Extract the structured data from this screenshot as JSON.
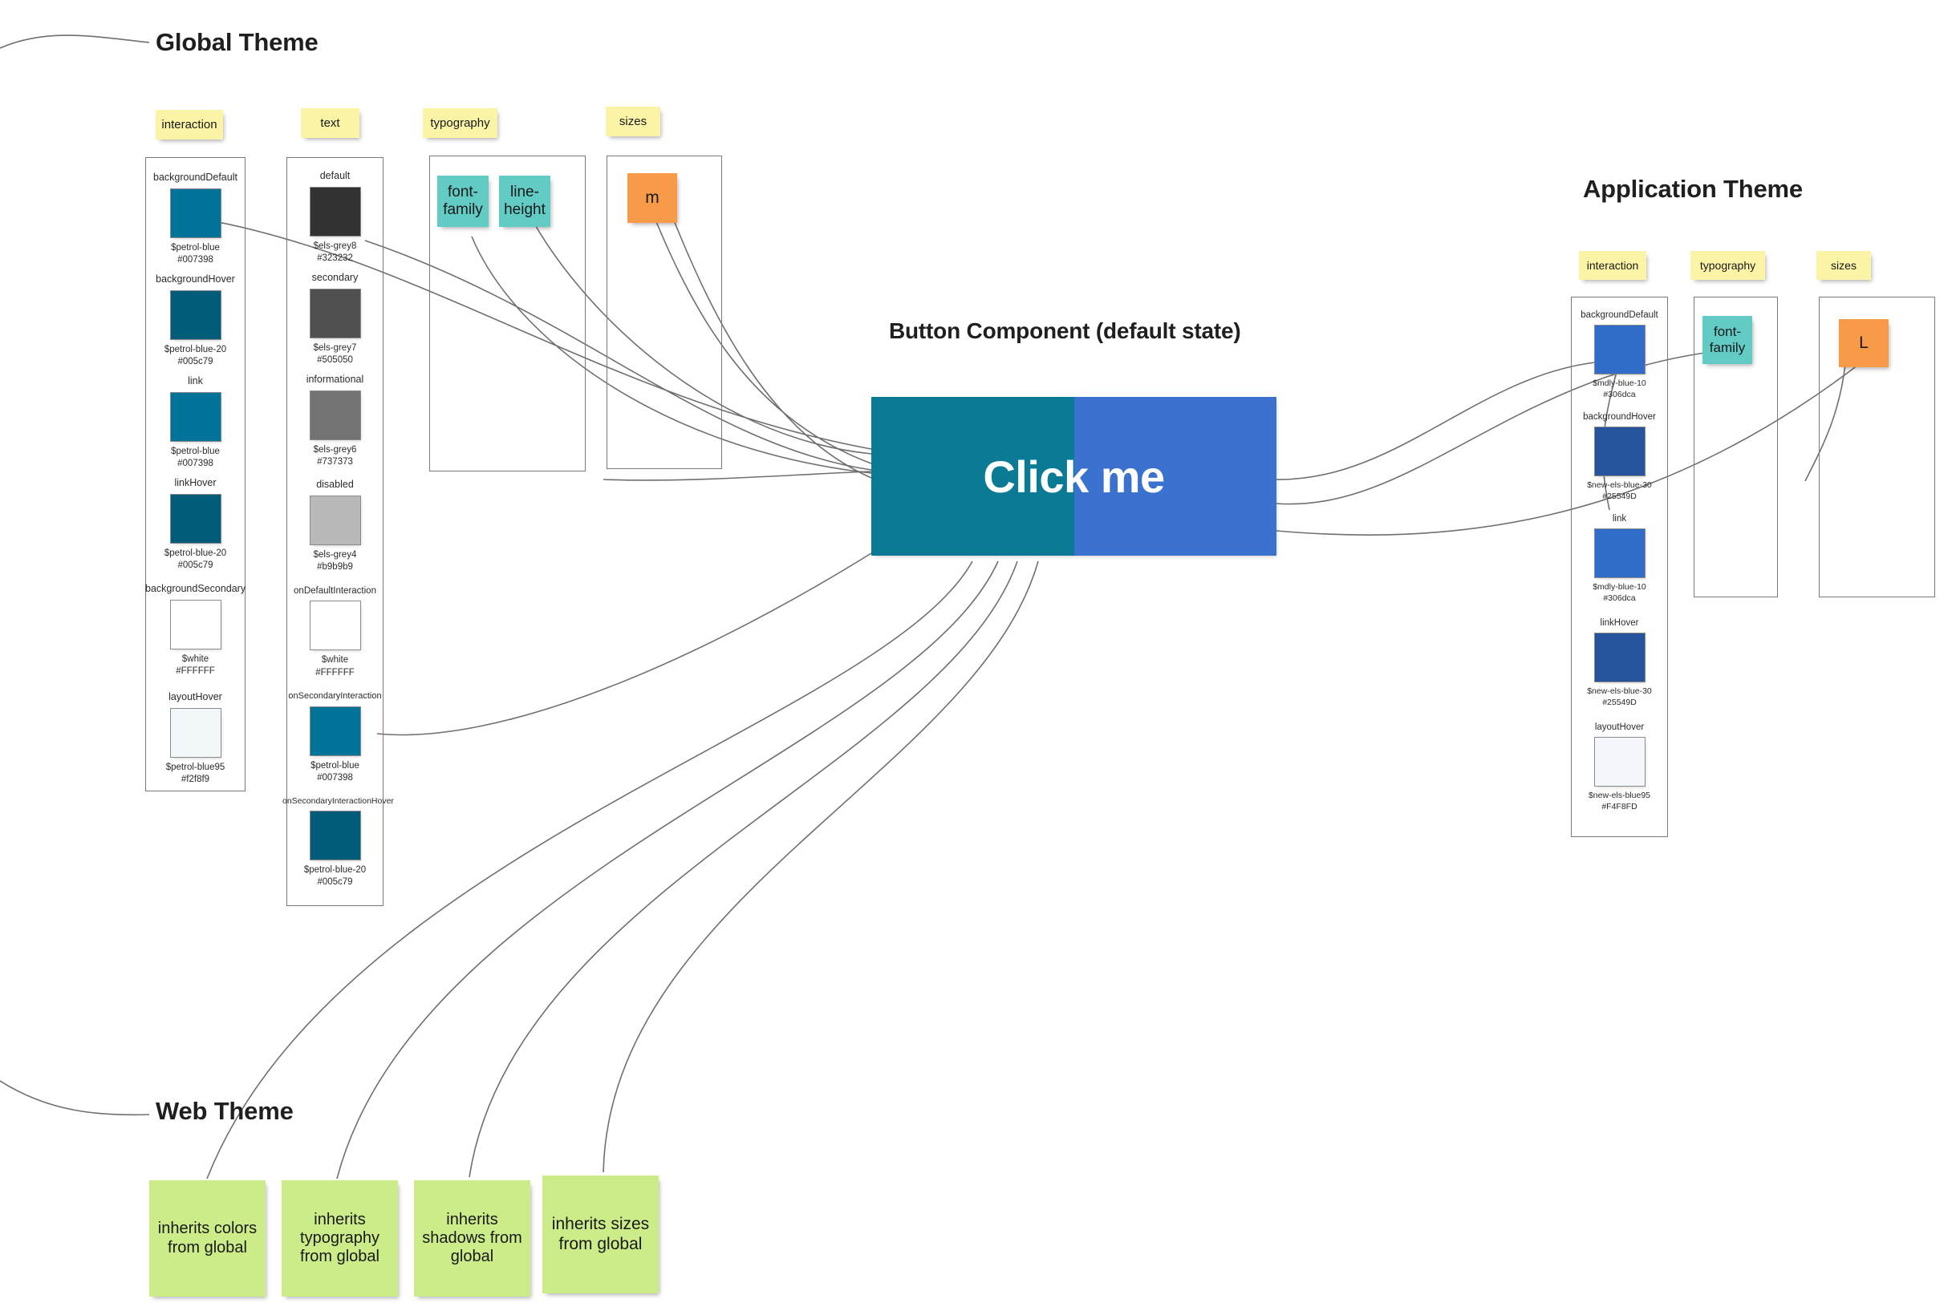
{
  "sections": {
    "global_title": "Global Theme",
    "application_title": "Application Theme",
    "web_title": "Web Theme",
    "button_title": "Button Component (default state)"
  },
  "button": {
    "label": "Click me",
    "left_color": "#0b7b95",
    "right_color": "#3b71cf"
  },
  "global_theme": {
    "columns": [
      {
        "note": "interaction",
        "swatches": [
          {
            "name": "backgroundDefault",
            "token": "$petrol-blue",
            "hex": "#007398"
          },
          {
            "name": "backgroundHover",
            "token": "$petrol-blue-20",
            "hex": "#005c79"
          },
          {
            "name": "link",
            "token": "$petrol-blue",
            "hex": "#007398"
          },
          {
            "name": "linkHover",
            "token": "$petrol-blue-20",
            "hex": "#005c79"
          },
          {
            "name": "backgroundSecondary",
            "token": "$white",
            "hex": "#FFFFFF"
          },
          {
            "name": "layoutHover",
            "token": "$petrol-blue95",
            "hex": "#f2f8f9"
          }
        ]
      },
      {
        "note": "text",
        "swatches": [
          {
            "name": "default",
            "token": "$els-grey8",
            "hex": "#323232"
          },
          {
            "name": "secondary",
            "token": "$els-grey7",
            "hex": "#505050"
          },
          {
            "name": "informational",
            "token": "$els-grey6",
            "hex": "#737373"
          },
          {
            "name": "disabled",
            "token": "$els-grey4",
            "hex": "#b9b9b9"
          },
          {
            "name": "onDefaultInteraction",
            "token": "$white",
            "hex": "#FFFFFF"
          },
          {
            "name": "onSecondaryInteraction",
            "token": "$petrol-blue",
            "hex": "#007398"
          },
          {
            "name": "onSecondaryInteractionHover",
            "token": "$petrol-blue-20",
            "hex": "#005c79"
          }
        ]
      },
      {
        "note": "typography",
        "tokens": [
          "font-family",
          "line-height"
        ]
      },
      {
        "note": "sizes",
        "tokens": [
          "m"
        ]
      }
    ]
  },
  "application_theme": {
    "columns": [
      {
        "note": "interaction",
        "swatches": [
          {
            "name": "backgroundDefault",
            "token": "$mdly-blue-10",
            "hex": "#306dca"
          },
          {
            "name": "backgroundHover",
            "token": "$new-els-blue-30",
            "hex": "#25549D"
          },
          {
            "name": "link",
            "token": "$mdly-blue-10",
            "hex": "#306dca"
          },
          {
            "name": "linkHover",
            "token": "$new-els-blue-30",
            "hex": "#25549D"
          },
          {
            "name": "layoutHover",
            "token": "$new-els-blue95",
            "hex": "#F4F8FD"
          }
        ]
      },
      {
        "note": "typography",
        "tokens": [
          "font-family"
        ]
      },
      {
        "note": "sizes",
        "tokens": [
          "L"
        ]
      }
    ]
  },
  "web_theme": {
    "notes": [
      "inherits colors from global",
      "inherits typography from global",
      "inherits shadows from global",
      "inherits sizes from global"
    ]
  }
}
